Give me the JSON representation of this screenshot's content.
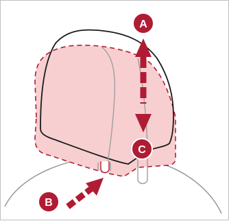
{
  "colors": {
    "accent": "#b01c33",
    "highlight_fill": "#f7cfd1",
    "outline": "#1a1a1a",
    "head_outline": "#9e9e9e",
    "background": "#ffffff"
  },
  "callouts": {
    "a": "A",
    "b": "B",
    "c": "C"
  },
  "icons": {
    "up_down": "up-down-double-arrow-icon",
    "push": "diagonal-push-arrow-icon"
  }
}
